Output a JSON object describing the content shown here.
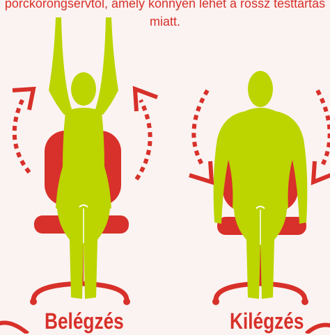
{
  "intro_text": {
    "line1": "porckorongsérvtől, amely könnyen lehet a rossz testtartás",
    "line2": "miatt."
  },
  "panels": [
    {
      "label": "Belégzés",
      "figure": "seated-figure-arms-raised"
    },
    {
      "label": "Kilégzés",
      "figure": "seated-figure-arms-lowered"
    }
  ],
  "colors": {
    "body": "#bcd400",
    "accent": "#d8302a",
    "background": "#faf3f1"
  }
}
